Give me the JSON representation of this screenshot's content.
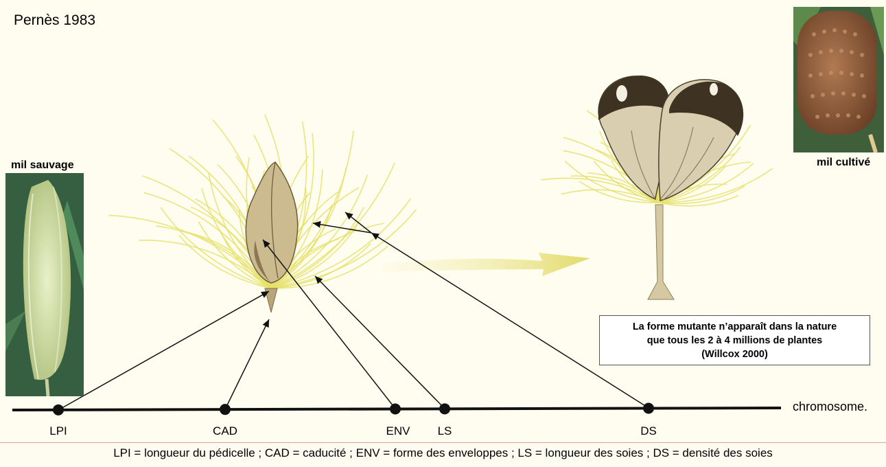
{
  "source_label": "Pernès 1983",
  "wild_label": "mil sauvage",
  "cultivated_label": "mil cultivé",
  "chromosome_label": "chromosome.",
  "genes": [
    {
      "id": "LPI",
      "label": "LPI"
    },
    {
      "id": "CAD",
      "label": "CAD"
    },
    {
      "id": "ENV",
      "label": "ENV"
    },
    {
      "id": "LS",
      "label": "LS"
    },
    {
      "id": "DS",
      "label": "DS"
    }
  ],
  "callout": {
    "line1": "La forme mutante n’apparaît dans la nature",
    "line2": "que tous les 2 à 4 millions de plantes",
    "line3": "(Willcox 2000)"
  },
  "legend": "LPI = longueur du pédicelle ; CAD = caducité ; ENV = forme des enveloppes ; LS = longueur des soies ; DS = densité des soies",
  "colors": {
    "bristle": "#e6e06a",
    "husk": "#b8a27a",
    "seed_dark": "#3b3324",
    "arrow_fill": "#e6df7a",
    "chromosome": "#111111"
  }
}
